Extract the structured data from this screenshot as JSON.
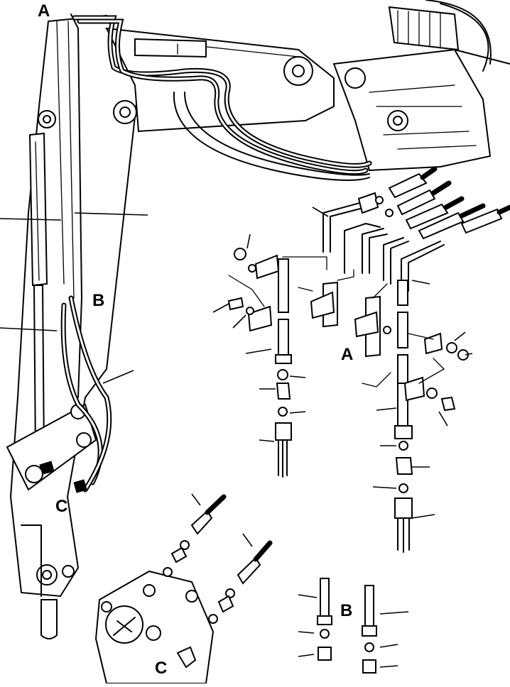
{
  "callouts": {
    "a_top": "A",
    "b_arm": "B",
    "c_arm": "C",
    "a_detail": "A",
    "b_detail": "B",
    "c_detail": "C"
  }
}
